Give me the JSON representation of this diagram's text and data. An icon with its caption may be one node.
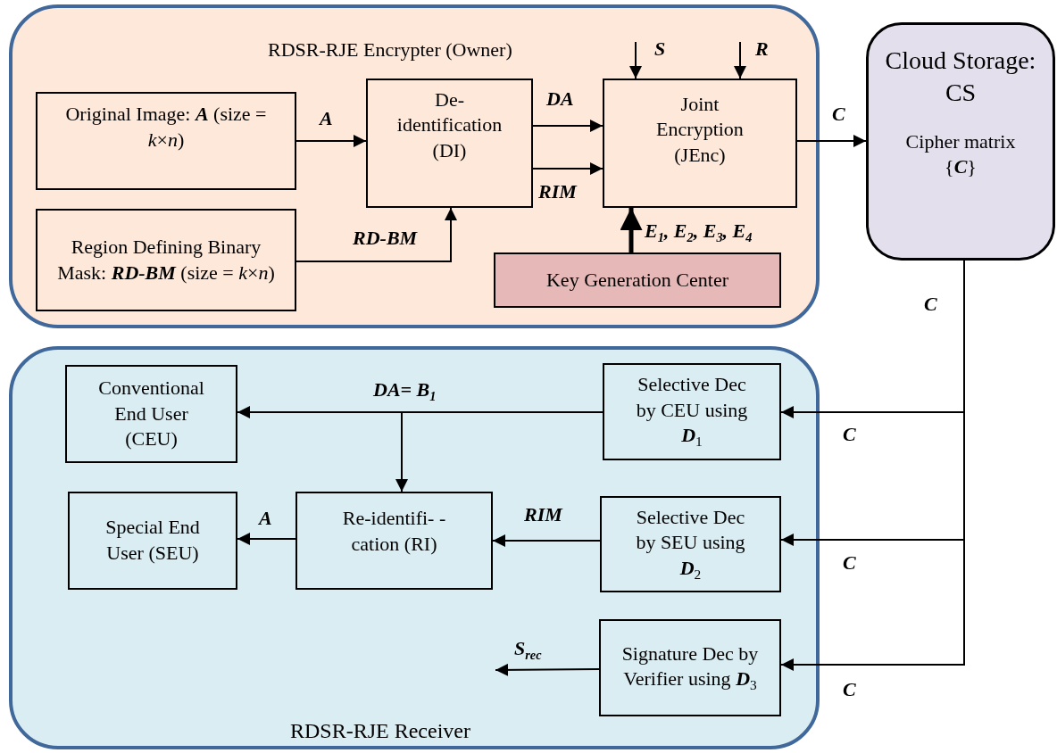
{
  "diagram": {
    "nodes": [
      {
        "text": [
          "RDSR-RJE Encrypter (Owner)"
        ]
      },
      {
        "text": [
          "Original Image: **A** (size = *k*×*n*)"
        ],
        "in": 0
      },
      {
        "text": [
          "Region Defining Binary Mask: **RD-BM** (size = *k*×*n*)"
        ],
        "in": 0
      },
      {
        "text": [
          "De-identification (DI)"
        ],
        "in": 0
      },
      {
        "text": [
          "Joint Encryption (JEnc)"
        ],
        "in": 0
      },
      {
        "text": [
          "Key Generation Center"
        ],
        "in": 0
      },
      {
        "text": [
          "Cloud Storage: CS",
          "Cipher matrix {**C**}"
        ]
      },
      {
        "text": [
          "RDSR-RJE Receiver"
        ]
      },
      {
        "text": [
          "Conventional End User (CEU)"
        ],
        "in": 7
      },
      {
        "text": [
          "Selective Dec by CEU using **D**$_{1}$"
        ],
        "in": 7
      },
      {
        "text": [
          "Special End User (SEU)"
        ],
        "in": 7
      },
      {
        "text": [
          "Re-identifi- -cation (RI)"
        ],
        "in": 7
      },
      {
        "text": [
          "Selective Dec by SEU using **D**$_{2}$"
        ],
        "in": 7
      },
      {
        "text": [
          "Signature Dec by Verifier using **D**$_{3}$"
        ],
        "in": 7
      }
    ],
    "edges": [
      {
        "from": 1,
        "to": 3,
        "arrow": "to",
        "label": "A"
      },
      {
        "from": 2,
        "to": 3,
        "arrow": "to",
        "label": "RD-BM"
      },
      {
        "from": 3,
        "to": 4,
        "arrow": "to",
        "label": "DA"
      },
      {
        "from": 3,
        "to": 4,
        "arrow": "to",
        "label": "RIM"
      },
      {
        "from": null,
        "to": 4,
        "arrow": "to",
        "label": "S"
      },
      {
        "from": null,
        "to": 4,
        "arrow": "to",
        "label": "R"
      },
      {
        "from": 5,
        "to": 4,
        "arrow": "to",
        "label": "E$_{1}$, E$_{2}$, E$_{3}$, E$_{4}$",
        "style": "thick"
      },
      {
        "from": 4,
        "to": 6,
        "arrow": "to",
        "label": "C"
      },
      {
        "from": 6,
        "to": 9,
        "arrow": "to",
        "label": "C"
      },
      {
        "from": 6,
        "to": 12,
        "arrow": "to",
        "label": "C"
      },
      {
        "from": 6,
        "to": 13,
        "arrow": "to",
        "label": "C"
      },
      {
        "from": 9,
        "to": 8,
        "arrow": "to",
        "label": "DA= B$_{1}$"
      },
      {
        "from": 9,
        "to": 11,
        "arrow": "to"
      },
      {
        "from": 12,
        "to": 11,
        "arrow": "to",
        "label": "RIM"
      },
      {
        "from": 11,
        "to": 10,
        "arrow": "to",
        "label": "A"
      },
      {
        "from": 13,
        "to": null,
        "arrow": "to",
        "label": "S$_{rec}$"
      }
    ],
    "labels": [
      "C"
    ]
  }
}
